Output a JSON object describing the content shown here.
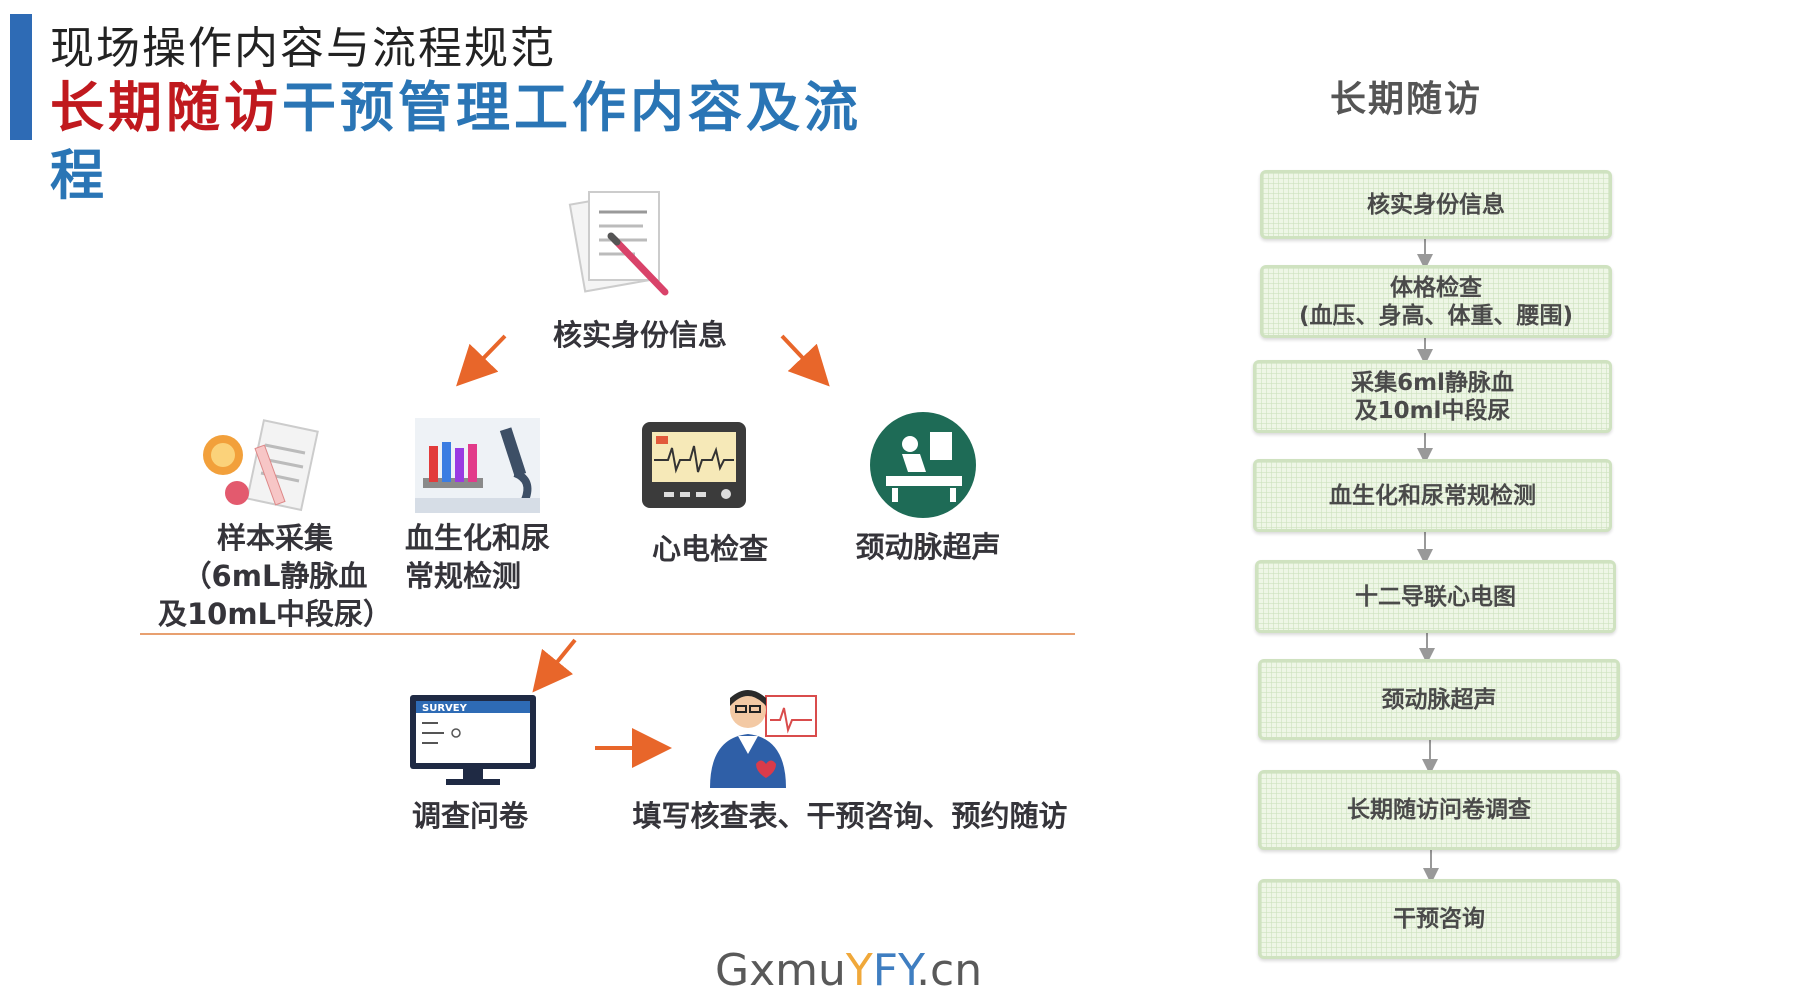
{
  "header": {
    "subtitle": "现场操作内容与流程规范",
    "title_highlight": "长期随访",
    "title_rest": "干预管理工作内容及流程"
  },
  "diagram": {
    "verify_identity": "核实身份信息",
    "sample_collection": "样本采集\n（6mL静脉血\n及10mL中段尿）",
    "blood_urine_test": "血生化和尿\n常规检测",
    "ecg_check": "心电检查",
    "carotid_ultrasound": "颈动脉超声",
    "survey_label": "调查问卷",
    "survey_screen_text": "SURVEY",
    "final_step": "填写核查表、干预咨询、预约随访"
  },
  "flowchart": {
    "title": "长期随访",
    "steps": [
      "核实身份信息",
      "体格检查\n(血压、身高、体重、腰围)",
      "采集6ml静脉血\n及10ml中段尿",
      "血生化和尿常规检测",
      "十二导联心电图",
      "颈动脉超声",
      "长期随访问卷调查",
      "干预咨询"
    ]
  },
  "watermark": {
    "part1": "Gxmu",
    "part2": "Y",
    "part3": "FY",
    "part4": ".cn"
  },
  "colors": {
    "accent_bar": "#2e6bb5",
    "title_blue": "#2a75b5",
    "title_red": "#c0191e",
    "arrow_orange": "#e8662a",
    "flow_box_bg": "#eef6e6"
  },
  "icons": {
    "verify": "document-pen-icon",
    "sample": "sample-tubes-icon",
    "lab": "microscope-tubes-icon",
    "ecg": "ecg-monitor-icon",
    "ultrasound": "ultrasound-patient-icon",
    "survey": "survey-monitor-icon",
    "doctor": "doctor-heart-icon"
  }
}
